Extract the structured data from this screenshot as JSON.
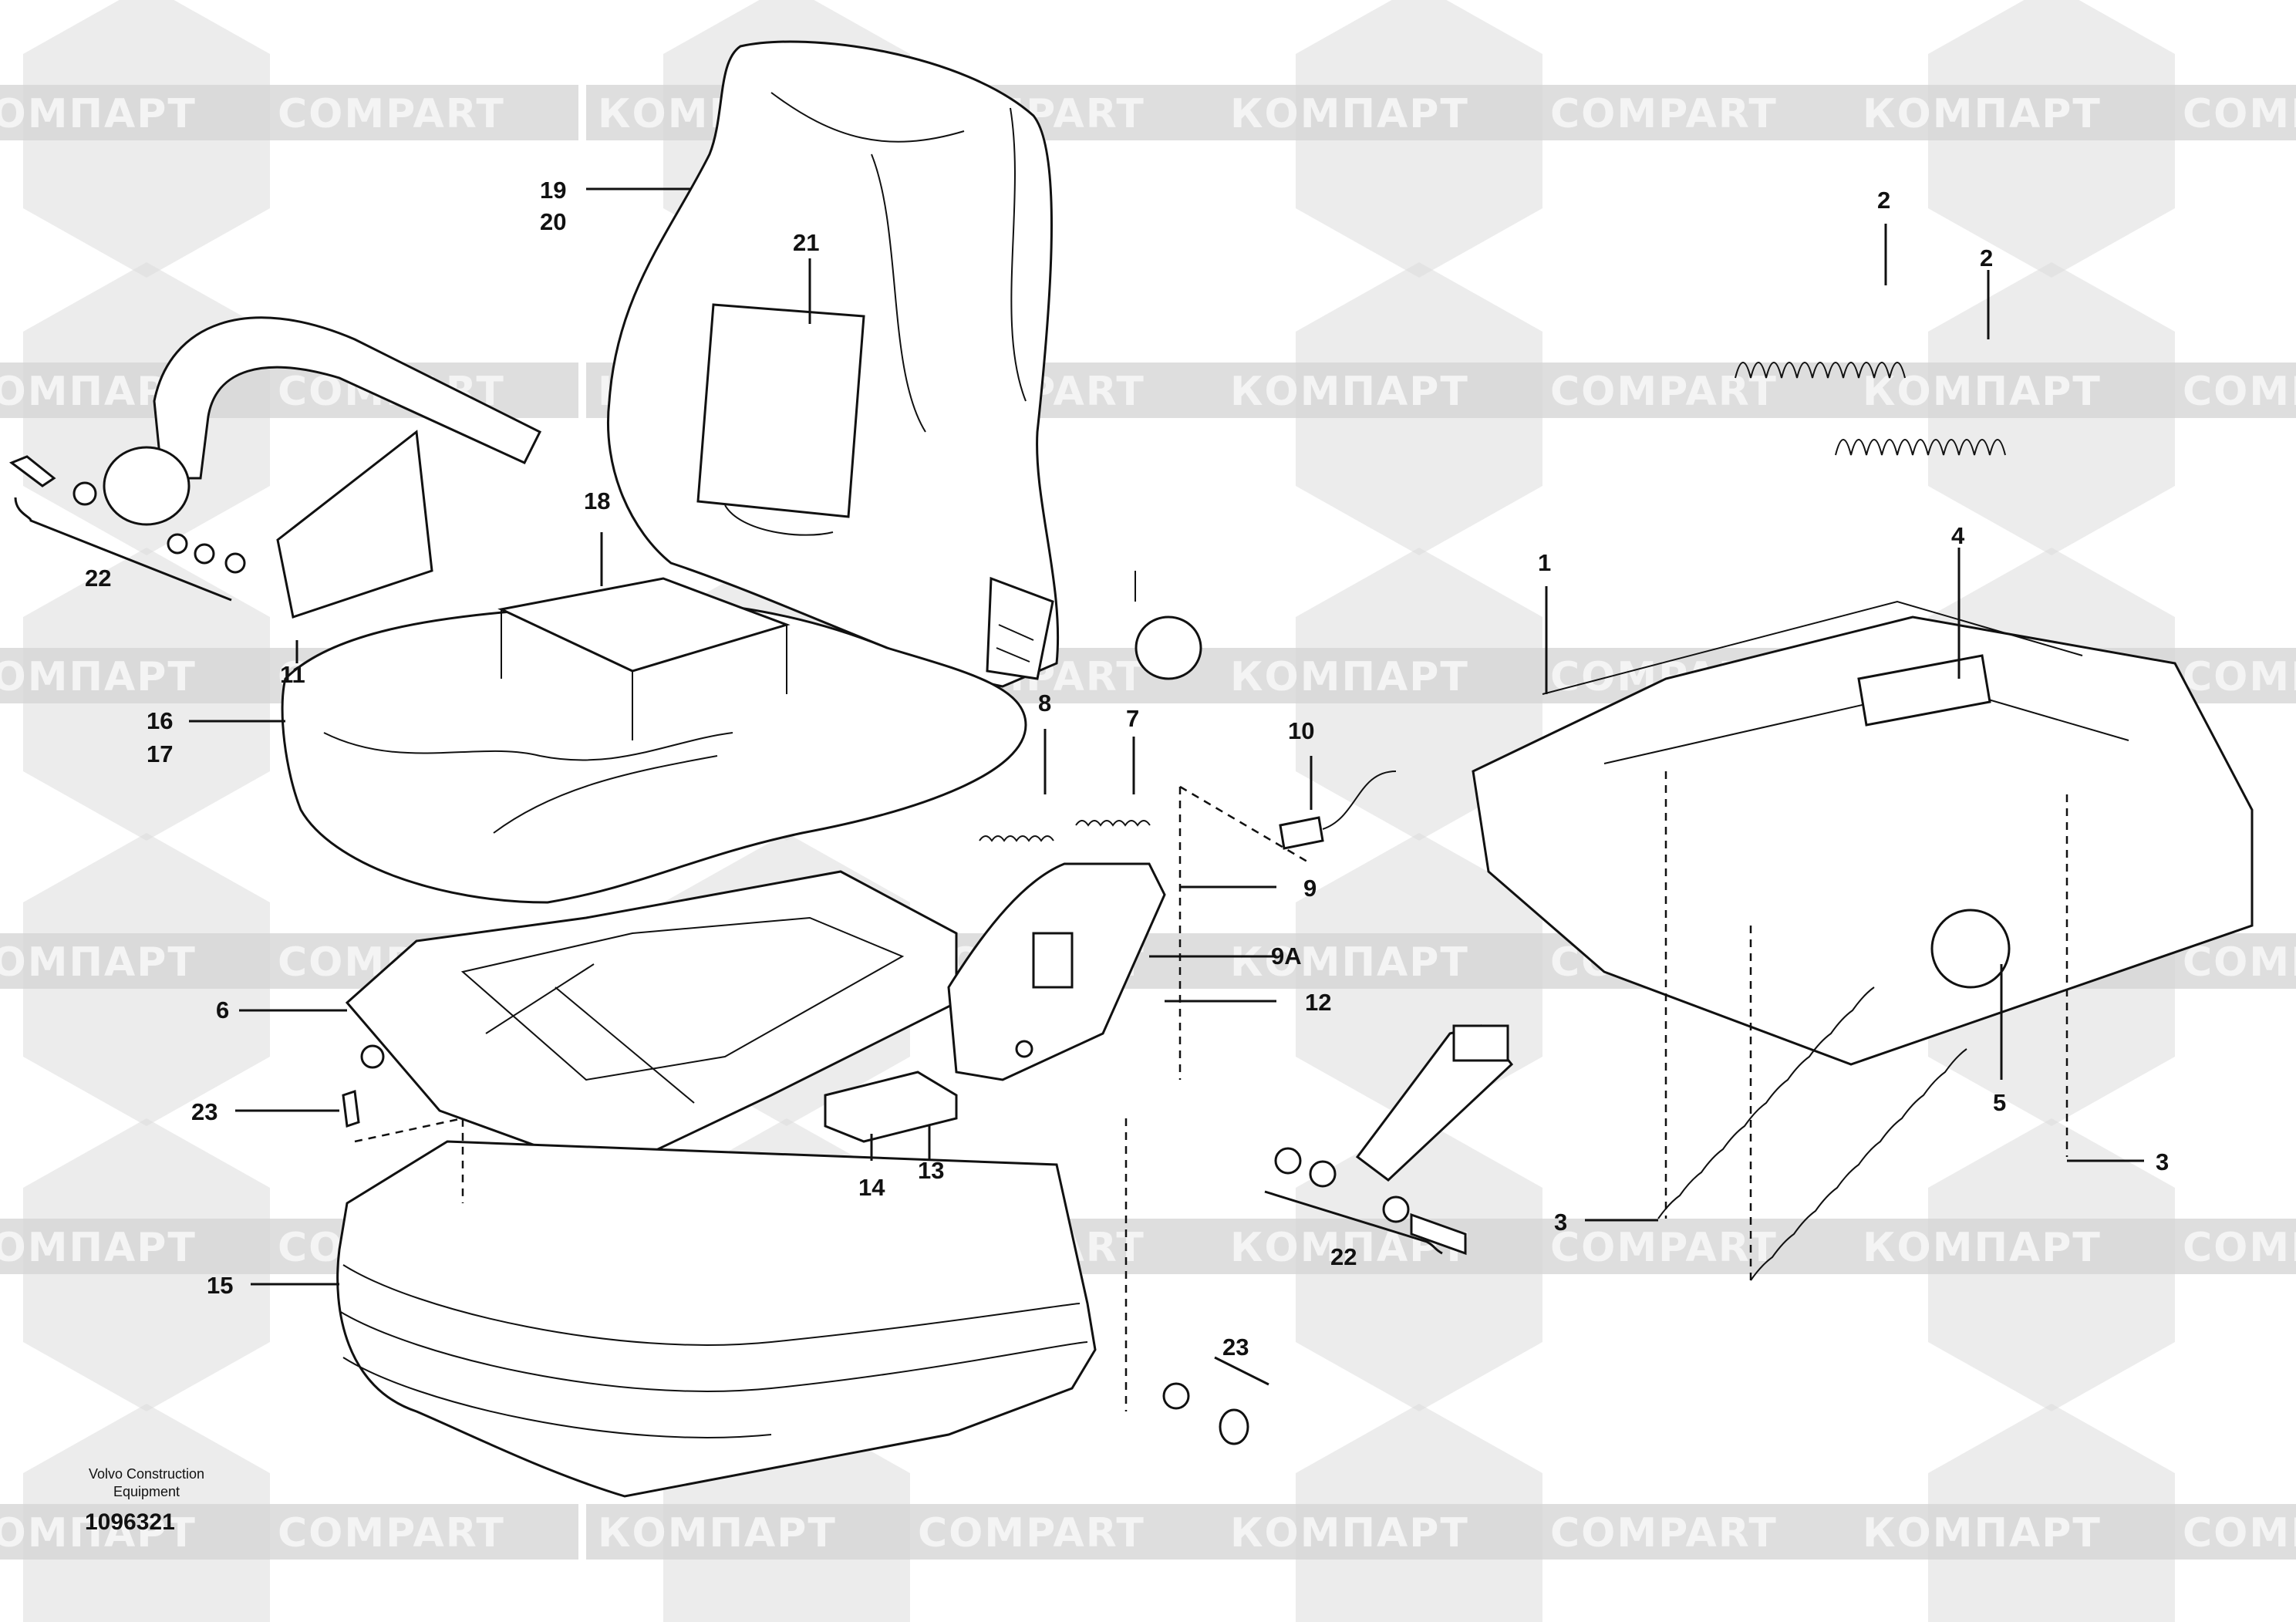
{
  "watermark": {
    "latin": "COMPART",
    "cyrillic": "КОМПАРТ"
  },
  "footer": {
    "company_line1": "Volvo Construction",
    "company_line2": "Equipment",
    "drawing_number": "1096321"
  },
  "callouts": {
    "c1": "1",
    "c2a": "2",
    "c2b": "2",
    "c3a": "3",
    "c3b": "3",
    "c4": "4",
    "c5": "5",
    "c6": "6",
    "c7": "7",
    "c8": "8",
    "c9": "9",
    "c9a": "9A",
    "c10": "10",
    "c11": "11",
    "c12": "12",
    "c13": "13",
    "c14": "14",
    "c15": "15",
    "c16": "16",
    "c17": "17",
    "c18": "18",
    "c19": "19",
    "c20": "20",
    "c21": "21",
    "c22a": "22",
    "c22b": "22",
    "c23a": "23",
    "c23b": "23"
  }
}
